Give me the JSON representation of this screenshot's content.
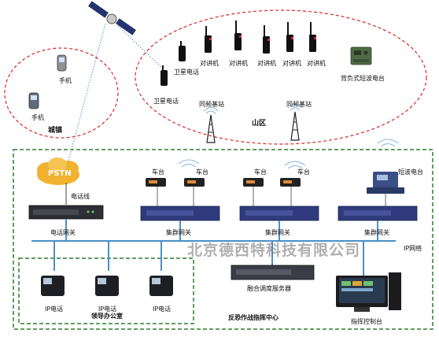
{
  "regions": {
    "town": "城镇",
    "mountain": "山区",
    "command_center": "反恐作战指挥中心",
    "leader_office": "领导办公室",
    "ip_network": "IP网络"
  },
  "devices": {
    "mobile_phone": "手机",
    "satellite_phone": "卫星电话",
    "walkie_talkie": "对讲机",
    "backpack_shortwave": "背负式短波电台",
    "base_station": "同频基站",
    "pstn": "PSTN",
    "phone_line": "电话线",
    "telephone_gateway": "电话网关",
    "vehicle_radio": "车台",
    "shortwave_radio": "短波电台",
    "cluster_gateway": "集群网关",
    "fusion_server": "融合调度服务器",
    "ip_phone": "IP电话",
    "console": "指挥控制台"
  },
  "watermark": "北京德西特科技有限公司",
  "colors": {
    "red_dash": "#d9262c",
    "green_dash": "#2f7d2f",
    "network_line": "#4a90c8",
    "satellite_link": "#5b8bd0"
  }
}
